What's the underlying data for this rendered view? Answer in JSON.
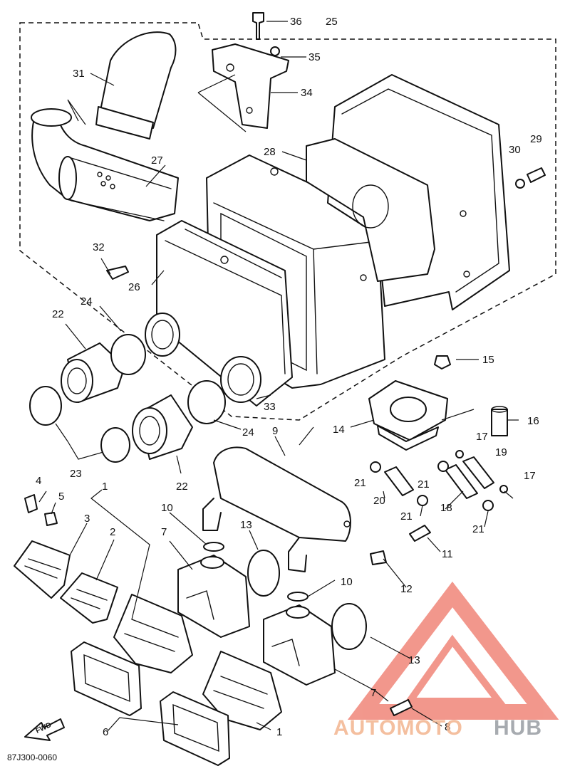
{
  "diagram_code": "87J300-0060",
  "direction_label": "FWD",
  "watermark": {
    "part_a": "AUTOMOTO",
    "part_b": "HUB",
    "accent_color": "#e8432f",
    "secondary_color": "#9ea3a8"
  },
  "callouts": {
    "c1a": "1",
    "c1b": "1",
    "c2": "2",
    "c3": "3",
    "c4": "4",
    "c5": "5",
    "c6": "6",
    "c7a": "7",
    "c7b": "7",
    "c8": "8",
    "c9": "9",
    "c10a": "10",
    "c10b": "10",
    "c11": "11",
    "c12": "12",
    "c13a": "13",
    "c13b": "13",
    "c14": "14",
    "c15": "15",
    "c16": "16",
    "c17a": "17",
    "c17b": "17",
    "c18": "18",
    "c19": "19",
    "c20": "20",
    "c21a": "21",
    "c21b": "21",
    "c21c": "21",
    "c21d": "21",
    "c22a": "22",
    "c22b": "22",
    "c23": "23",
    "c24a": "24",
    "c24b": "24",
    "c25": "25",
    "c26": "26",
    "c27": "27",
    "c28": "28",
    "c29": "29",
    "c30": "30",
    "c31": "31",
    "c32": "32",
    "c33": "33",
    "c34": "34",
    "c35": "35",
    "c36": "36"
  }
}
